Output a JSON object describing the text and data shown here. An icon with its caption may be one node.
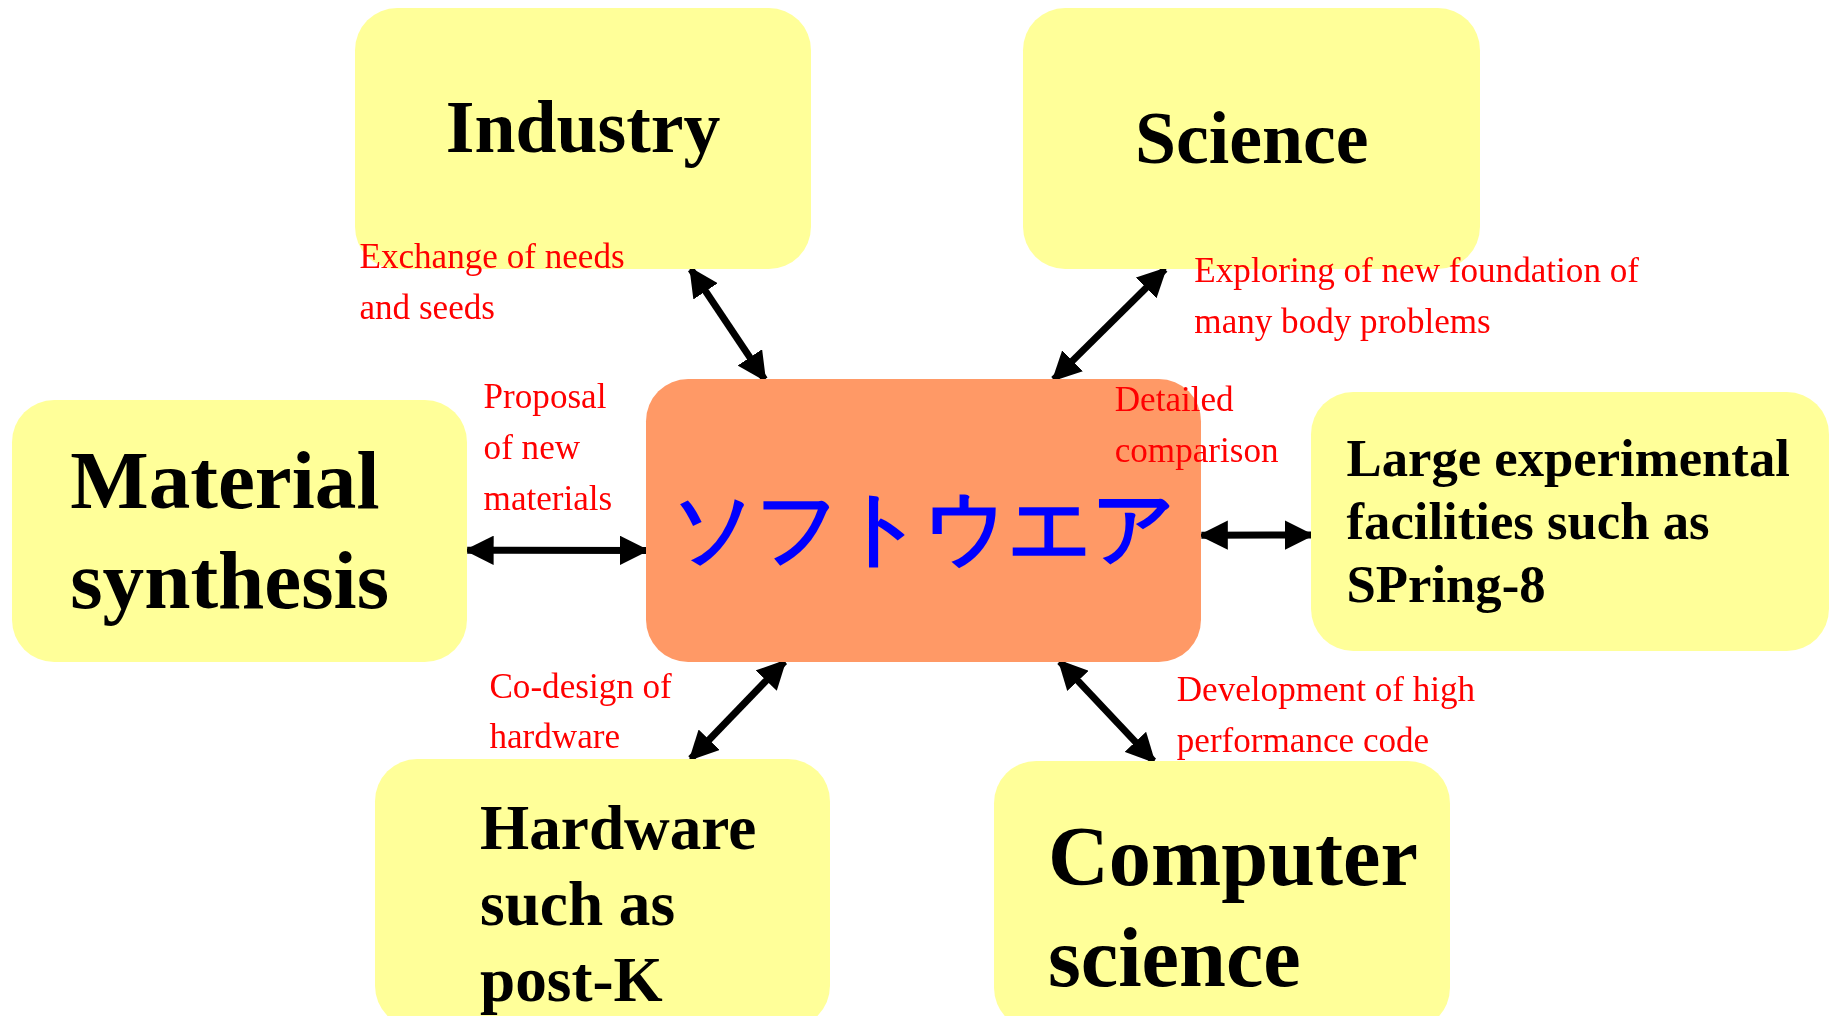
{
  "diagram": {
    "nodes": [
      {
        "text": [
          "Industry"
        ]
      },
      {
        "text": [
          "Science"
        ]
      },
      {
        "text": [
          "Material synthesis"
        ]
      },
      {
        "text": [
          "ソフトウエア"
        ]
      },
      {
        "text": [
          "Large experimental facilities such as SPring-8"
        ]
      },
      {
        "text": [
          "Hardware such as post-K"
        ]
      },
      {
        "text": [
          "Computer science"
        ]
      }
    ],
    "edges": [
      {
        "from": 3,
        "to": 0,
        "arrow": "both",
        "label": "Exchange of needs and seeds"
      },
      {
        "from": 3,
        "to": 1,
        "arrow": "both",
        "label": "Exploring of new foundation of many body problems"
      },
      {
        "from": 3,
        "to": 2,
        "arrow": "both",
        "label": "Proposal of new materials"
      },
      {
        "from": 3,
        "to": 4,
        "arrow": "both",
        "label": "Detailed comparison"
      },
      {
        "from": 3,
        "to": 5,
        "arrow": "both",
        "label": "Co-design of hardware"
      },
      {
        "from": 3,
        "to": 6,
        "arrow": "both",
        "label": "Development of high performance code"
      }
    ]
  }
}
